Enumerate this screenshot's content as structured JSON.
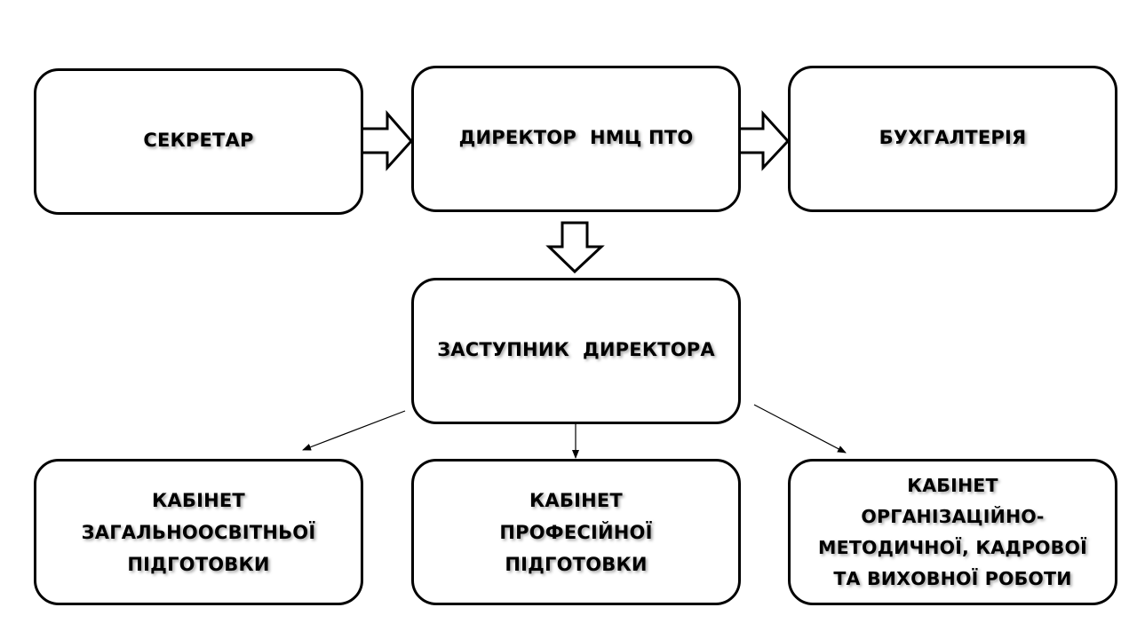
{
  "diagram": {
    "type": "org-chart",
    "language": "uk",
    "nodes": [
      {
        "id": "secretary",
        "label": "СЕКРЕТАР"
      },
      {
        "id": "director",
        "label": "ДИРЕКТОР  НМЦ ПТО"
      },
      {
        "id": "accounting",
        "label": "БУХГАЛТЕРІЯ"
      },
      {
        "id": "deputy",
        "label": "ЗАСТУПНИК  ДИРЕКТОРА"
      },
      {
        "id": "general-education-office",
        "label": "КАБІНЕТ\nЗАГАЛЬНООСВІТНЬОЇ\nПІДГОТОВКИ"
      },
      {
        "id": "professional-training-office",
        "label": "КАБІНЕТ\nПРОФЕСІЙНОЇ\nПІДГОТОВКИ"
      },
      {
        "id": "organizational-office",
        "label": "КАБІНЕТ\nОРГАНІЗАЦІЙНО-\nМЕТОДИЧНОЇ, КАДРОВОЇ\nТА ВИХОВНОЇ РОБОТИ"
      }
    ],
    "edges": [
      {
        "from": "secretary",
        "to": "director",
        "style": "block-arrow"
      },
      {
        "from": "director",
        "to": "accounting",
        "style": "block-arrow"
      },
      {
        "from": "director",
        "to": "deputy",
        "style": "block-arrow"
      },
      {
        "from": "deputy",
        "to": "general-education-office",
        "style": "thin-arrow"
      },
      {
        "from": "deputy",
        "to": "professional-training-office",
        "style": "thin-arrow"
      },
      {
        "from": "deputy",
        "to": "organizational-office",
        "style": "thin-arrow"
      }
    ],
    "colors": {
      "stroke": "#000000",
      "fill": "#ffffff",
      "text": "#000000"
    }
  }
}
